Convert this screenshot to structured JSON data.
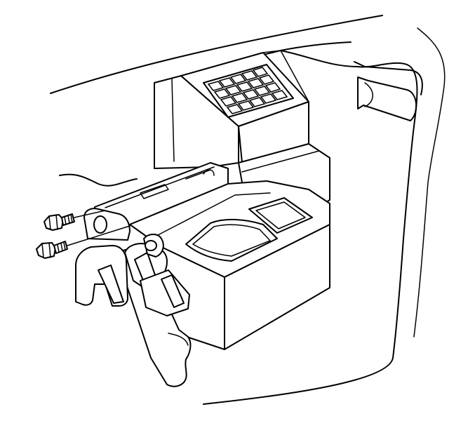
{
  "diagram": {
    "colors": {
      "stroke": "#000000",
      "background": "#ffffff"
    },
    "grill": {
      "rows": 4,
      "cols": 6
    },
    "fastener_count": 2
  }
}
